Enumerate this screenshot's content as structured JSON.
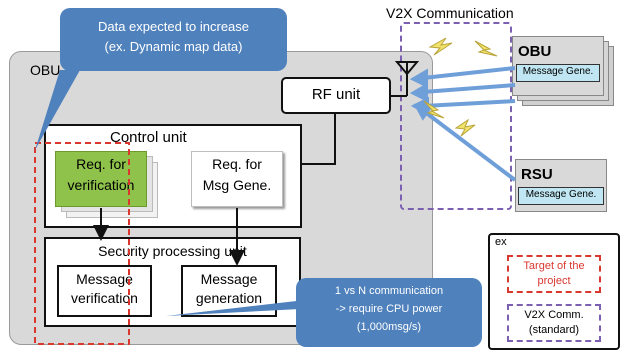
{
  "v2x_title": "V2X Communication",
  "obu_outer_label": "OBU",
  "callout_top": [
    "Data expected to increase",
    "(ex. Dynamic map data)"
  ],
  "rf_unit": "RF unit",
  "control_unit": "Control unit",
  "req_verification": [
    "Req. for",
    "verification"
  ],
  "req_msg_gene": [
    "Req. for",
    "Msg Gene."
  ],
  "security_unit": "Security processing unit",
  "msg_verification": [
    "Message",
    "verification"
  ],
  "msg_generation": [
    "Message",
    "generation"
  ],
  "callout_bottom": [
    "1 vs N communication",
    "-> require CPU power",
    "(1,000msg/s)"
  ],
  "remote_obu": {
    "title": "OBU",
    "sub": "Message Gene."
  },
  "rsu": {
    "title": "RSU",
    "sub": "Message Gene."
  },
  "legend": {
    "title": "ex",
    "target": [
      "Target of the",
      "project"
    ],
    "v2x": [
      "V2X Comm.",
      "(standard)"
    ]
  },
  "colors": {
    "obu_bg": "#d9d9d9",
    "callout_blue": "#4f81bd",
    "arrow_blue": "#6f9fd8",
    "green": "#8fc24a",
    "red_dash": "#d9382f",
    "purple_dash": "#7b5fb0",
    "cyan_label": "#bfe6f2",
    "lightning": "#f0e26a"
  }
}
